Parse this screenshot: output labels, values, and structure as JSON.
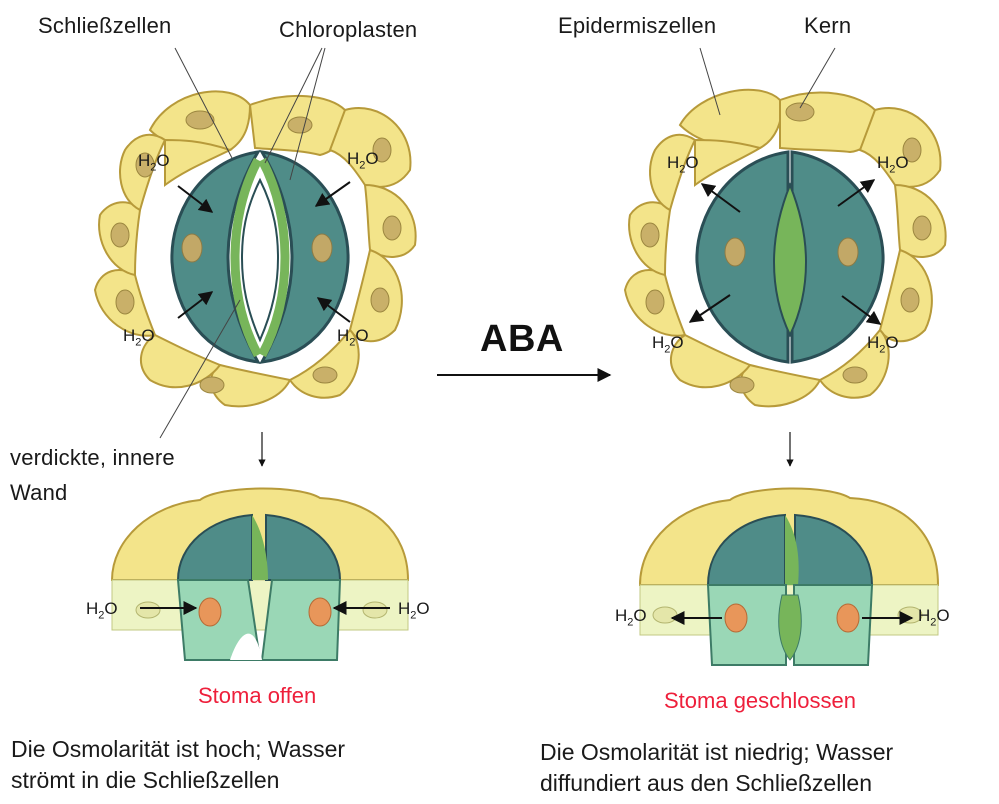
{
  "labels": {
    "guard_cells": "Schließzellen",
    "chloroplasts": "Chloroplasten",
    "epidermis": "Epidermiszellen",
    "nucleus": "Kern",
    "inner_wall_line1": "verdickte, innere",
    "inner_wall_line2": "Wand",
    "hormone": "ABA"
  },
  "water": {
    "main": "H",
    "sub": "2",
    "tail": "O"
  },
  "left": {
    "caption": "Stoma offen",
    "description_line1": "Die Osmolarität ist hoch; Wasser",
    "description_line2": "strömt in die Schließzellen"
  },
  "right": {
    "caption": "Stoma geschlossen",
    "description_line1": "Die Osmolarität ist niedrig; Wasser",
    "description_line2": "diffundiert aus den Schließzellen"
  },
  "colors": {
    "epidermis_fill": "#f3e48a",
    "guard_cell_fill": "#4f8c88",
    "chloroplast_fill": "#c2a867",
    "pore_green": "#77b55a",
    "caption_red": "#ee1f3b"
  }
}
